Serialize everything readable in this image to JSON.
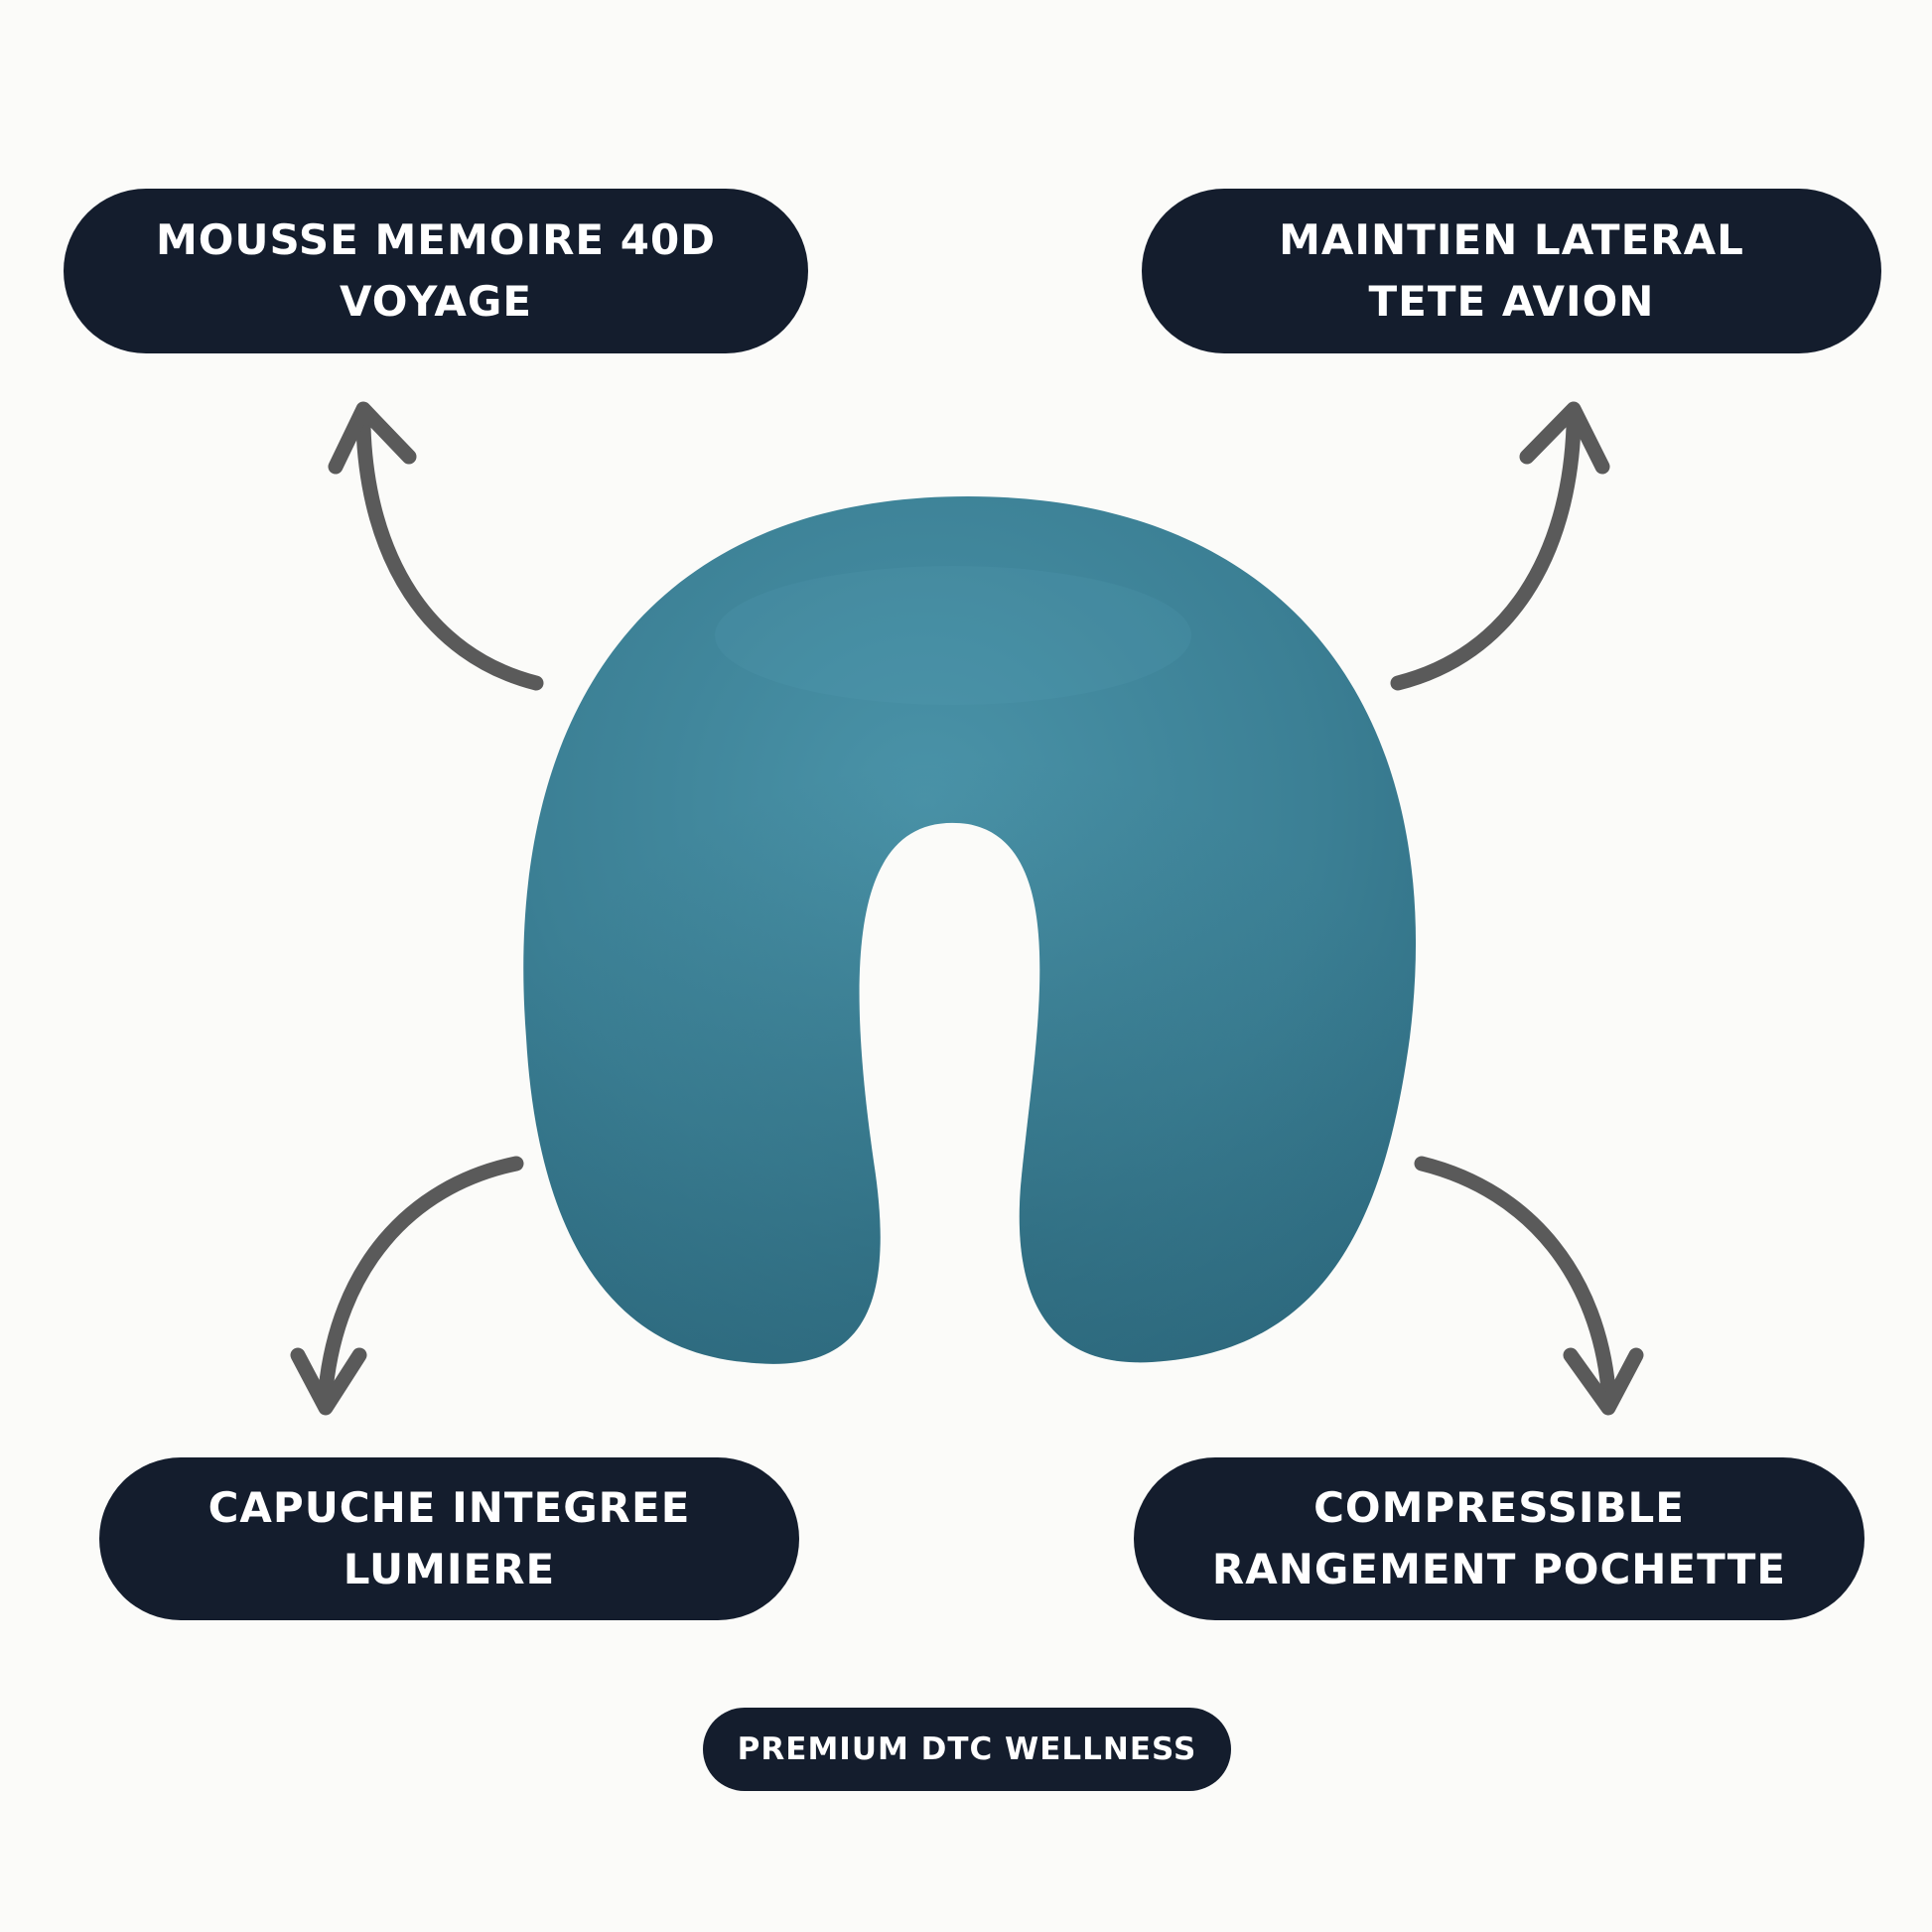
{
  "labels": {
    "top_left": {
      "line1": "MOUSSE MEMOIRE 40D",
      "line2": "VOYAGE"
    },
    "top_right": {
      "line1": "MAINTIEN LATERAL",
      "line2": "TETE AVION"
    },
    "bottom_left": {
      "line1": "CAPUCHE INTEGREE",
      "line2": "LUMIERE"
    },
    "bottom_right": {
      "line1": "COMPRESSIBLE",
      "line2": "RANGEMENT POCHETTE"
    }
  },
  "brand": "PREMIUM DTC WELLNESS",
  "colors": {
    "background": "#fbfbf9",
    "pill": "#141d2d",
    "pill_text": "#ffffff",
    "pillow": "#3b7f94",
    "arrow": "#5a5a5a"
  }
}
